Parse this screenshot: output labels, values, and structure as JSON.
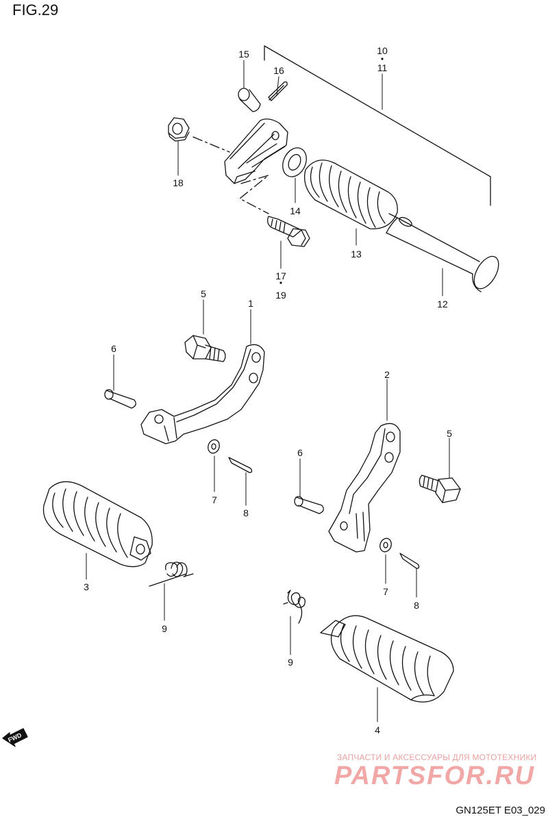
{
  "figure_title": "FIG.29",
  "diagram_code": "GN125ET E03_029",
  "watermark": {
    "subtitle": "ЗАПЧАСТИ И АКСЕССУАРЫ ДЛЯ МОТОТЕХНИКИ",
    "brand": "PARTSFOR.RU"
  },
  "forward_marker": "FWD",
  "callouts": [
    {
      "id": "c15",
      "label": "15"
    },
    {
      "id": "c16",
      "label": "16"
    },
    {
      "id": "c10",
      "label": "10"
    },
    {
      "id": "c11",
      "label": "11"
    },
    {
      "id": "c18",
      "label": "18"
    },
    {
      "id": "c14",
      "label": "14"
    },
    {
      "id": "c13",
      "label": "13"
    },
    {
      "id": "c17",
      "label": "17"
    },
    {
      "id": "c19",
      "label": "19"
    },
    {
      "id": "c12",
      "label": "12"
    },
    {
      "id": "c5a",
      "label": "5"
    },
    {
      "id": "c1",
      "label": "1"
    },
    {
      "id": "c6a",
      "label": "6"
    },
    {
      "id": "c2",
      "label": "2"
    },
    {
      "id": "c5b",
      "label": "5"
    },
    {
      "id": "c6b",
      "label": "6"
    },
    {
      "id": "c7a",
      "label": "7"
    },
    {
      "id": "c8a",
      "label": "8"
    },
    {
      "id": "c3",
      "label": "3"
    },
    {
      "id": "c9a",
      "label": "9"
    },
    {
      "id": "c7b",
      "label": "7"
    },
    {
      "id": "c8b",
      "label": "8"
    },
    {
      "id": "c9b",
      "label": "9"
    },
    {
      "id": "c4",
      "label": "4"
    }
  ]
}
